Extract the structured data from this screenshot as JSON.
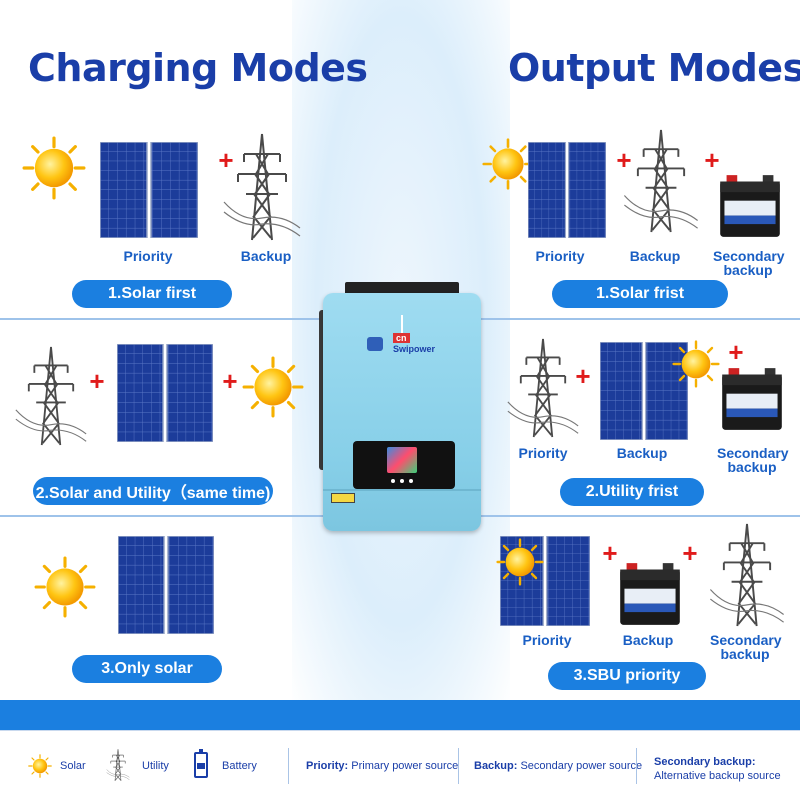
{
  "headings": {
    "left": "Charging Modes",
    "right": "Output Modes"
  },
  "charging": {
    "mode1": {
      "title": "1.Solar first",
      "labels": [
        "Priority",
        "Backup"
      ]
    },
    "mode2": {
      "title": "2.Solar and Utility（same time)"
    },
    "mode3": {
      "title": "3.Only solar"
    }
  },
  "output": {
    "mode1": {
      "title": "1.Solar frist",
      "labels": [
        "Priority",
        "Backup",
        "Secondary backup"
      ]
    },
    "mode2": {
      "title": "2.Utility frist",
      "labels": [
        "Priority",
        "Backup",
        "Secondary backup"
      ]
    },
    "mode3": {
      "title": "3.SBU priority",
      "labels": [
        "Priority",
        "Backup",
        "Secondary backup"
      ]
    }
  },
  "plus_sign": "+",
  "inverter": {
    "brand_prefix": "cn",
    "brand_name": "Swipower"
  },
  "legend": {
    "solar": "Solar",
    "utility": "Utility",
    "battery": "Battery",
    "priority_key": "Priority:",
    "priority_desc": "Primary power source",
    "backup_key": "Backup:",
    "backup_desc": "Secondary power source",
    "secondary_key": "Secondary backup:",
    "secondary_desc": "Alternative backup source"
  },
  "colors": {
    "heading": "#1a3ea8",
    "pill": "#1b7fe0",
    "plus": "#e01b1b",
    "inverter": "#8fd3ec"
  }
}
